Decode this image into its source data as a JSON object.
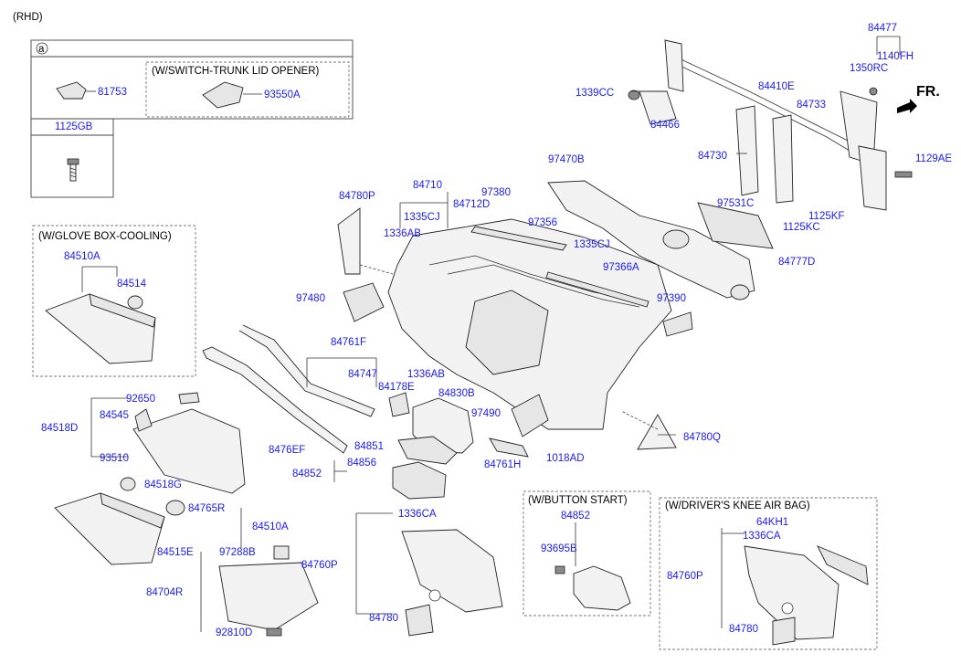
{
  "header": {
    "variant": "(RHD)",
    "direction": "FR."
  },
  "boxes": {
    "a_marker": "a",
    "switch_trunk": "(W/SWITCH-TRUNK LID OPENER)",
    "glove_cooling": "(W/GLOVE BOX-COOLING)",
    "button_start": "(W/BUTTON START)",
    "knee_airbag": "(W/DRIVER'S KNEE AIR BAG)"
  },
  "labels": [
    {
      "id": "81753",
      "text": "81753"
    },
    {
      "id": "93550A",
      "text": "93550A"
    },
    {
      "id": "1125GB",
      "text": "1125GB"
    },
    {
      "id": "84510A_t",
      "text": "84510A"
    },
    {
      "id": "84514",
      "text": "84514"
    },
    {
      "id": "84780P",
      "text": "84780P"
    },
    {
      "id": "84710",
      "text": "84710"
    },
    {
      "id": "1335CJ_a",
      "text": "1335CJ"
    },
    {
      "id": "1336AB_a",
      "text": "1336AB"
    },
    {
      "id": "84712D",
      "text": "84712D"
    },
    {
      "id": "97380",
      "text": "97380"
    },
    {
      "id": "97470B",
      "text": "97470B"
    },
    {
      "id": "97356",
      "text": "97356"
    },
    {
      "id": "1335CJ_b",
      "text": "1335CJ"
    },
    {
      "id": "97366A",
      "text": "97366A"
    },
    {
      "id": "97480",
      "text": "97480"
    },
    {
      "id": "97390",
      "text": "97390"
    },
    {
      "id": "84477",
      "text": "84477"
    },
    {
      "id": "1140FH",
      "text": "1140FH"
    },
    {
      "id": "1350RC",
      "text": "1350RC"
    },
    {
      "id": "1339CC",
      "text": "1339CC"
    },
    {
      "id": "84410E",
      "text": "84410E"
    },
    {
      "id": "84466",
      "text": "84466"
    },
    {
      "id": "84733",
      "text": "84733"
    },
    {
      "id": "84730",
      "text": "84730"
    },
    {
      "id": "1129AE",
      "text": "1129AE"
    },
    {
      "id": "97531C",
      "text": "97531C"
    },
    {
      "id": "1125KF",
      "text": "1125KF"
    },
    {
      "id": "1125KC",
      "text": "1125KC"
    },
    {
      "id": "84777D",
      "text": "84777D"
    },
    {
      "id": "84761F",
      "text": "84761F"
    },
    {
      "id": "84747",
      "text": "84747"
    },
    {
      "id": "84178E",
      "text": "84178E"
    },
    {
      "id": "1336AB_b",
      "text": "1336AB"
    },
    {
      "id": "84830B",
      "text": "84830B"
    },
    {
      "id": "97490",
      "text": "97490"
    },
    {
      "id": "84780Q",
      "text": "84780Q"
    },
    {
      "id": "92650",
      "text": "92650"
    },
    {
      "id": "84545",
      "text": "84545"
    },
    {
      "id": "84518D",
      "text": "84518D"
    },
    {
      "id": "93510",
      "text": "93510"
    },
    {
      "id": "84518G",
      "text": "84518G"
    },
    {
      "id": "8476EF",
      "text": "8476EF"
    },
    {
      "id": "84851",
      "text": "84851"
    },
    {
      "id": "84856",
      "text": "84856"
    },
    {
      "id": "84852_a",
      "text": "84852"
    },
    {
      "id": "84761H",
      "text": "84761H"
    },
    {
      "id": "1018AD",
      "text": "1018AD"
    },
    {
      "id": "84765R",
      "text": "84765R"
    },
    {
      "id": "84510A_b",
      "text": "84510A"
    },
    {
      "id": "84515E",
      "text": "84515E"
    },
    {
      "id": "97288B",
      "text": "97288B"
    },
    {
      "id": "84704R",
      "text": "84704R"
    },
    {
      "id": "92810D",
      "text": "92810D"
    },
    {
      "id": "1336CA_a",
      "text": "1336CA"
    },
    {
      "id": "84760P_a",
      "text": "84760P"
    },
    {
      "id": "84780_a",
      "text": "84780"
    },
    {
      "id": "84852_b",
      "text": "84852"
    },
    {
      "id": "93695B",
      "text": "93695B"
    },
    {
      "id": "64KH1",
      "text": "64KH1"
    },
    {
      "id": "1336CA_b",
      "text": "1336CA"
    },
    {
      "id": "84760P_b",
      "text": "84760P"
    },
    {
      "id": "84780_b",
      "text": "84780"
    }
  ],
  "colors": {
    "label": "#1a1aff",
    "text": "#000000",
    "line": "#333333"
  }
}
